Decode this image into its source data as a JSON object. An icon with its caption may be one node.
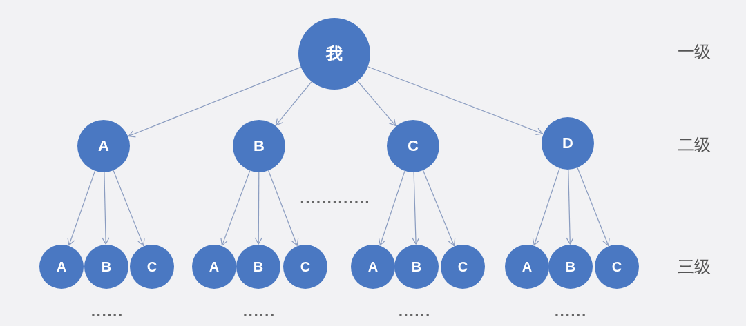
{
  "diagram": {
    "nodes": [
      {
        "text": [
          "我"
        ]
      },
      {
        "text": [
          "A"
        ]
      },
      {
        "text": [
          "B"
        ]
      },
      {
        "text": [
          "C"
        ]
      },
      {
        "text": [
          "D"
        ]
      },
      {
        "text": [
          "A"
        ]
      },
      {
        "text": [
          "B"
        ]
      },
      {
        "text": [
          "C"
        ]
      },
      {
        "text": [
          "A"
        ]
      },
      {
        "text": [
          "B"
        ]
      },
      {
        "text": [
          "C"
        ]
      },
      {
        "text": [
          "A"
        ]
      },
      {
        "text": [
          "B"
        ]
      },
      {
        "text": [
          "C"
        ]
      },
      {
        "text": [
          "A"
        ]
      },
      {
        "text": [
          "B"
        ]
      },
      {
        "text": [
          "C"
        ]
      }
    ],
    "edges": [
      {
        "from": 0,
        "to": 1,
        "arrow": "to"
      },
      {
        "from": 0,
        "to": 2,
        "arrow": "to"
      },
      {
        "from": 0,
        "to": 3,
        "arrow": "to"
      },
      {
        "from": 0,
        "to": 4,
        "arrow": "to"
      },
      {
        "from": 1,
        "to": 5,
        "arrow": "to"
      },
      {
        "from": 1,
        "to": 6,
        "arrow": "to"
      },
      {
        "from": 1,
        "to": 7,
        "arrow": "to"
      },
      {
        "from": 2,
        "to": 8,
        "arrow": "to"
      },
      {
        "from": 2,
        "to": 9,
        "arrow": "to"
      },
      {
        "from": 2,
        "to": 10,
        "arrow": "to"
      },
      {
        "from": 3,
        "to": 11,
        "arrow": "to"
      },
      {
        "from": 3,
        "to": 12,
        "arrow": "to"
      },
      {
        "from": 3,
        "to": 13,
        "arrow": "to"
      },
      {
        "from": 4,
        "to": 14,
        "arrow": "to"
      },
      {
        "from": 4,
        "to": 15,
        "arrow": "to"
      },
      {
        "from": 4,
        "to": 16,
        "arrow": "to"
      }
    ],
    "labels": [
      "一级",
      "二级",
      ".............",
      "三级",
      "......",
      "......",
      "......",
      "......"
    ]
  }
}
